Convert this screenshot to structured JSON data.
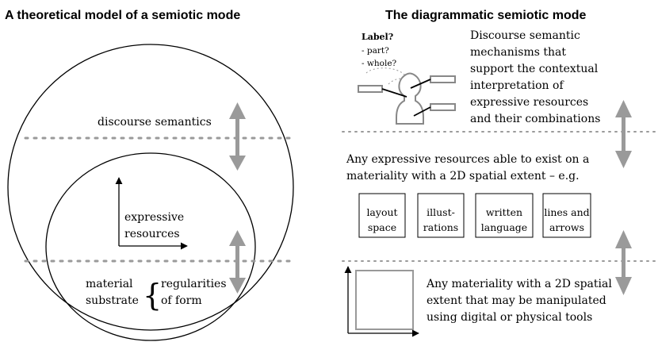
{
  "left": {
    "title": "A theoretical model of a semiotic mode",
    "discourse_label": "discourse semantics",
    "expressive_line1": "expressive",
    "expressive_line2": "resources",
    "material_line1": "material",
    "material_line2": "substrate",
    "regularities_line1": "regularities",
    "regularities_line2": "of form"
  },
  "right": {
    "title": "The diagrammatic semiotic mode",
    "label_question": "Label?",
    "label_option_part": "- part?",
    "label_option_whole": "- whole?",
    "discourse_lines": [
      "Discourse semantic",
      "mechanisms that",
      "support the contextual",
      "interpretation of",
      "expressive resources",
      "and their combinations"
    ],
    "expressive_lines": [
      "Any expressive resources able to exist on a",
      "materiality with a 2D spatial extent – e.g."
    ],
    "boxes": [
      {
        "line1": "layout",
        "line2": "space"
      },
      {
        "line1": "illust-",
        "line2": "rations"
      },
      {
        "line1": "written",
        "line2": "language"
      },
      {
        "line1": "lines and",
        "line2": "arrows"
      }
    ],
    "materiality_lines": [
      "Any materiality with a 2D spatial",
      "extent that may be manipulated",
      "using digital or physical tools"
    ]
  }
}
